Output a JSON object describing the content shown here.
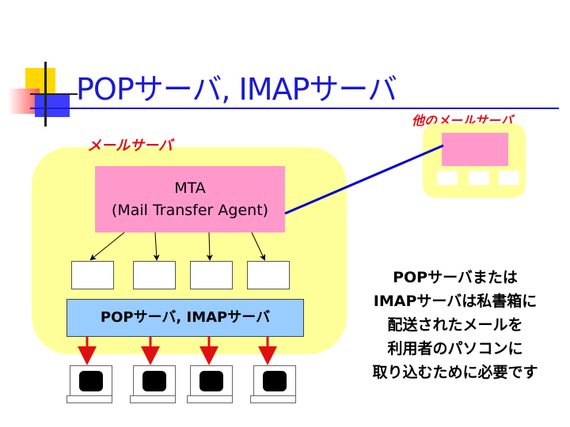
{
  "slide": {
    "title": "POPサーバ, IMAPサーバ"
  },
  "diagram": {
    "other_server_label": "他のメールサーバ",
    "mail_server_label": "メールサーバ",
    "mta_line1": "MTA",
    "mta_line2": "(Mail Transfer Agent)",
    "pop_imap_label": "POPサーバ, IMAPサーバ"
  },
  "description": {
    "lines": [
      "POPサーバまたは",
      "IMAPサーバは私書箱に",
      "配送されたメールを",
      "利用者のパソコンに",
      "取り込むために必要です"
    ]
  },
  "colors": {
    "title": "#1a1ad0",
    "server_background": "#ffff99",
    "mta": "#ff99cc",
    "pop_imap": "#99ccff",
    "label_red": "#e01010",
    "link_blue": "#0000cc",
    "arrow_red": "#e01010"
  }
}
